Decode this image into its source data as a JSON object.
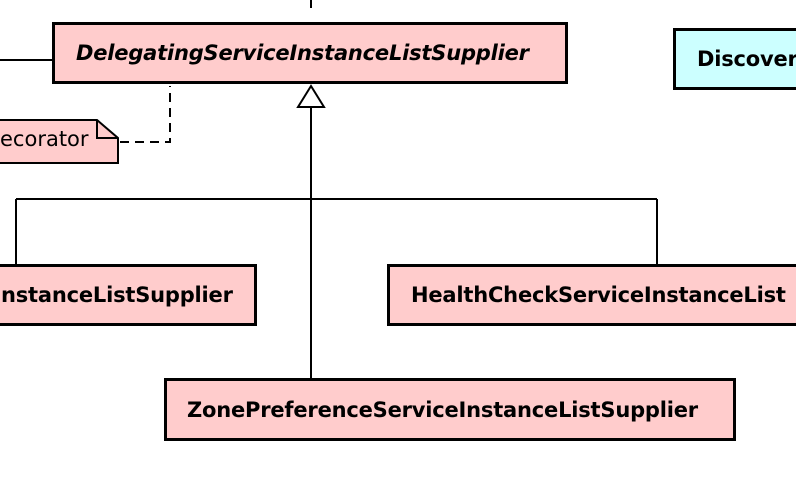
{
  "colors": {
    "class_fill": "#ffcccc",
    "interface_fill": "#ccffff",
    "stroke": "#000000"
  },
  "classes": {
    "delegating": "DelegatingServiceInstanceListSupplier",
    "discovery_partial": "Discover",
    "left_partial": "nstanceListSupplier",
    "health_check_partial": "HealthCheckServiceInstanceList",
    "zone_preference": "ZonePreferenceServiceInstanceListSupplier"
  },
  "note": {
    "text_partial": "ecorator"
  },
  "relations": [
    {
      "type": "generalization",
      "from": "left_partial",
      "to": "delegating"
    },
    {
      "type": "generalization",
      "from": "health_check_partial",
      "to": "delegating"
    },
    {
      "type": "generalization",
      "from": "zone_preference",
      "to": "delegating"
    },
    {
      "type": "note-link",
      "from": "note",
      "to": "delegating"
    }
  ]
}
